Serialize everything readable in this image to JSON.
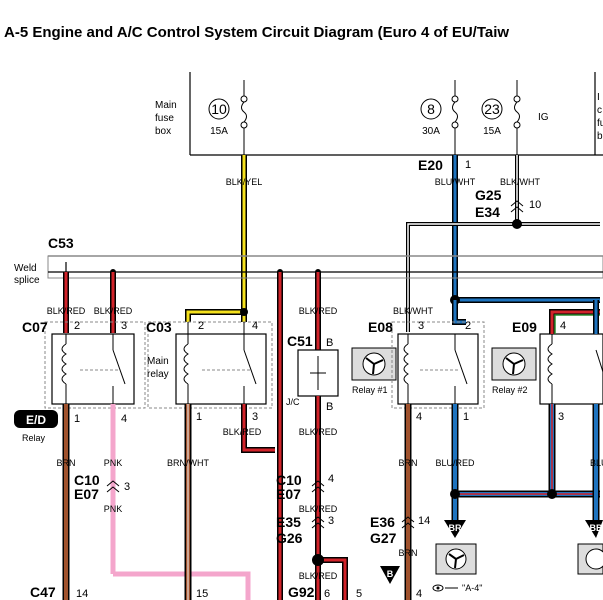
{
  "title": "A-5 Engine and A/C Control System Circuit Diagram (Euro 4 of EU/Taiw",
  "fusebox": {
    "label_line1": "Main",
    "label_line2": "fuse",
    "label_line3": "box",
    "right_line1": "I",
    "right_line2": "c",
    "right_line3": "fu",
    "right_line4": "b",
    "fuses": [
      {
        "num": "10",
        "rating": "15A"
      },
      {
        "num": "8",
        "rating": "30A"
      },
      {
        "num": "23",
        "rating": "15A",
        "tag": "IG"
      }
    ]
  },
  "wires": {
    "blk_yel": "BLK/YEL",
    "blu_wht": "BLU/WHT",
    "blk_wht": "BLK/WHT",
    "blk_red": "BLK/RED",
    "brn": "BRN",
    "pnk": "PNK",
    "brn_wht": "BRN/WHT",
    "blu_red": "BLU/RED",
    "blu_b": "BLU/B"
  },
  "connectors": {
    "e20": "E20",
    "e20_pin": "1",
    "g25": "G25",
    "e34": "E34",
    "e34_pin": "10",
    "c53": "C53",
    "c07": "C07",
    "c03": "C03",
    "c51": "C51",
    "e08": "E08",
    "e09": "E09",
    "c10a": "C10",
    "e07a": "E07",
    "ce_pin_a": "3",
    "c10b": "C10",
    "e07b": "E07",
    "ce_pin_b": "4",
    "e35": "E35",
    "g26": "G26",
    "eg_pin": "3",
    "e36": "E36",
    "g27": "G27",
    "eg27_pin": "14",
    "g92": "G92",
    "g92_pin": "6",
    "c47": "C47",
    "c47_pin": "14",
    "pin_15": "15",
    "pin_5": "5",
    "pin_4b": "4"
  },
  "labels": {
    "weld_splice_1": "Weld",
    "weld_splice_2": "splice",
    "main_relay_1": "Main",
    "main_relay_2": "relay",
    "relay_label": "Relay",
    "relay1": "Relay #1",
    "relay2": "Relay #2",
    "jc": "J/C",
    "b_top": "B",
    "b_bottom": "B",
    "tri_br": "BR",
    "tri_bb": "BB",
    "tri_b": "B",
    "ref_a4": "\"A-4\"",
    "ecm_text": "E/D"
  },
  "pins": {
    "c07_2": "2",
    "c07_3": "3",
    "c07_1": "1",
    "c07_4": "4",
    "c03_2": "2",
    "c03_4": "4",
    "c03_1": "1",
    "c03_3": "3",
    "e08_3": "3",
    "e08_2": "2",
    "e08_4": "4",
    "e08_1": "1",
    "e09_4": "4",
    "e09_3": "3"
  },
  "colors": {
    "black": "#000000",
    "yellow": "#f5e11d",
    "red": "#d2232a",
    "brown": "#a0522d",
    "pink": "#f4a6cc",
    "blue": "#1e73be",
    "white": "#ffffff",
    "gray": "#888888",
    "green": "#2e8b2e"
  }
}
